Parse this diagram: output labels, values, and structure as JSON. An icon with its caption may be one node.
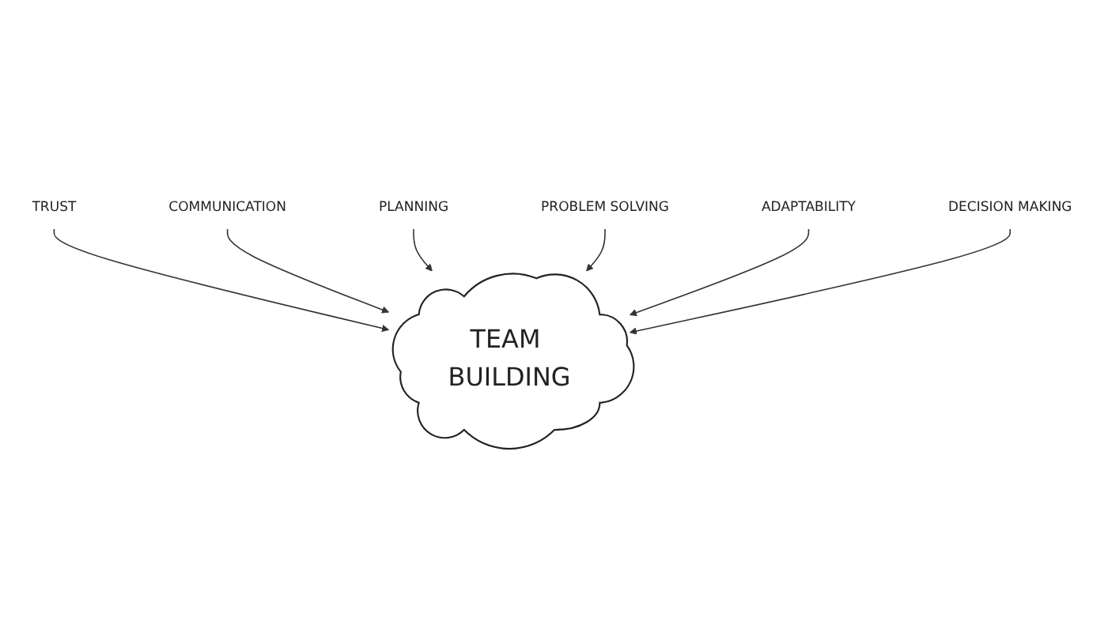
{
  "diagram": {
    "nodes": [
      {
        "text": [
          "TEAM BUILDING"
        ]
      },
      {
        "text": [
          "TRUST"
        ]
      },
      {
        "text": [
          "COMMUNICATION"
        ]
      },
      {
        "text": [
          "PLANNING"
        ]
      },
      {
        "text": [
          "PROBLEM SOLVING"
        ]
      },
      {
        "text": [
          "ADAPTABILITY"
        ]
      },
      {
        "text": [
          "DECISION MAKING"
        ]
      }
    ],
    "edges": [
      {
        "from": 1,
        "to": 0,
        "arrow": "to"
      },
      {
        "from": 2,
        "to": 0,
        "arrow": "to"
      },
      {
        "from": 3,
        "to": 0,
        "arrow": "to"
      },
      {
        "from": 4,
        "to": 0,
        "arrow": "to"
      },
      {
        "from": 5,
        "to": 0,
        "arrow": "to"
      },
      {
        "from": 6,
        "to": 0,
        "arrow": "to"
      }
    ]
  }
}
